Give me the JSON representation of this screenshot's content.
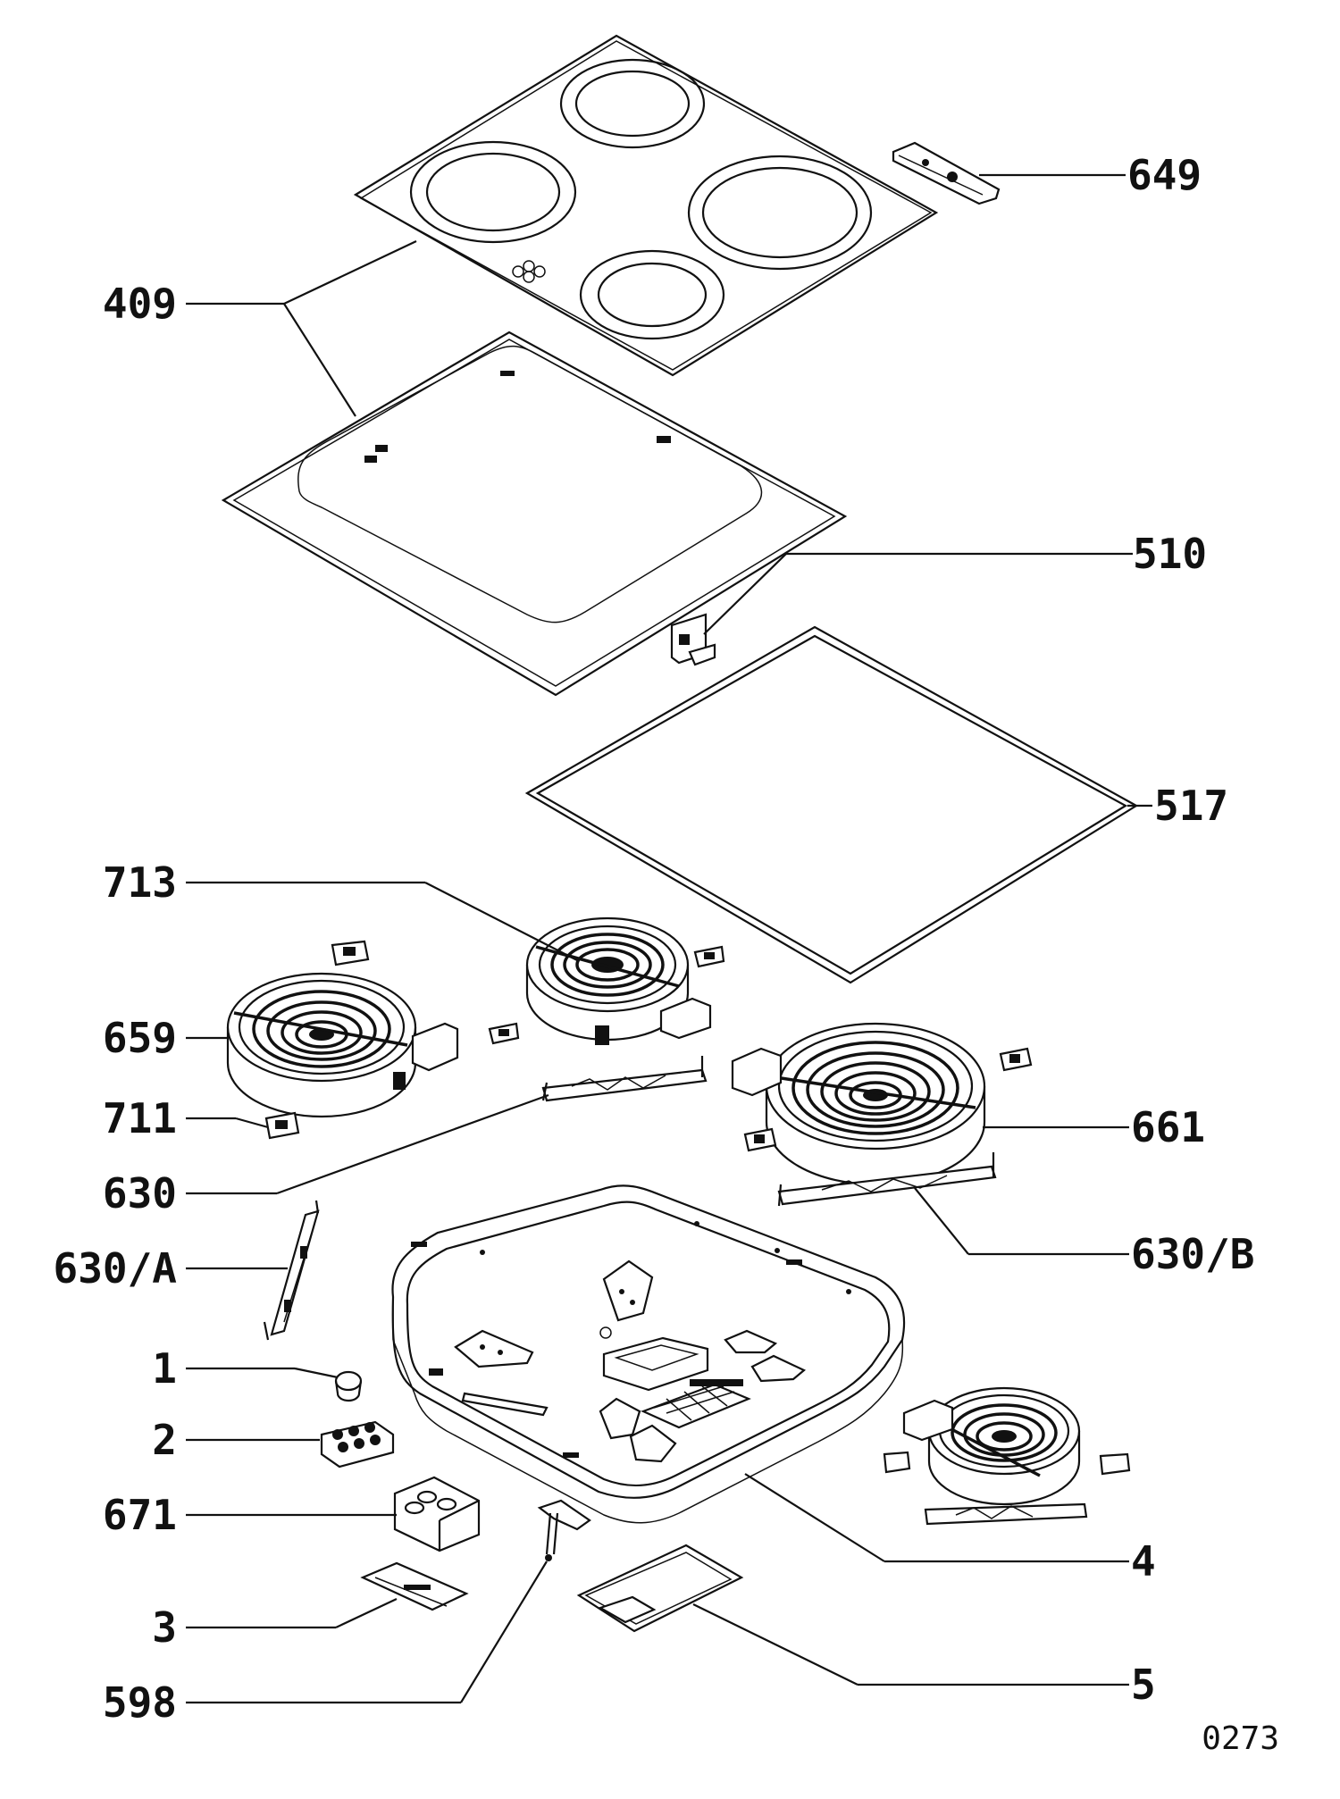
{
  "diagram": {
    "sheet_id": "0273",
    "parts": [
      {
        "id": "hob-glass-top",
        "label": "649"
      },
      {
        "id": "frame",
        "label": "409"
      },
      {
        "id": "clip",
        "label": "510"
      },
      {
        "id": "gasket",
        "label": "517"
      },
      {
        "id": "heater-small",
        "label": "713"
      },
      {
        "id": "heater-left",
        "label": "659"
      },
      {
        "id": "bracket-small",
        "label": "711"
      },
      {
        "id": "support-bar",
        "label": "630"
      },
      {
        "id": "heater-large",
        "label": "661"
      },
      {
        "id": "support-bar-b",
        "label": "630/B"
      },
      {
        "id": "support-bar-a",
        "label": "630/A"
      },
      {
        "id": "foot",
        "label": "1"
      },
      {
        "id": "terminal-block",
        "label": "2"
      },
      {
        "id": "connector",
        "label": "671"
      },
      {
        "id": "base-tray",
        "label": "4"
      },
      {
        "id": "plate-small",
        "label": "3"
      },
      {
        "id": "cover-plate",
        "label": "5"
      },
      {
        "id": "bracket-598",
        "label": "598"
      }
    ]
  }
}
